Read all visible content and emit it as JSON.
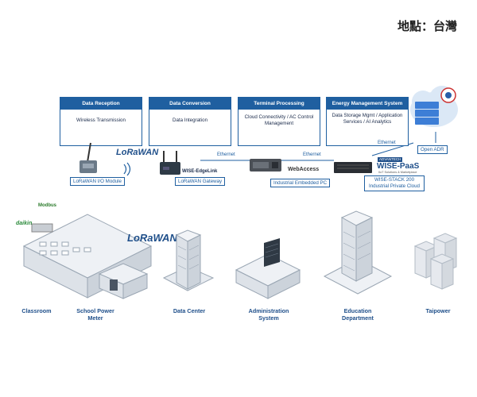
{
  "location": "地點：台灣",
  "stages": [
    {
      "title": "Data Reception",
      "body": "Wireless Transmission"
    },
    {
      "title": "Data Conversion",
      "body": "Data Integration"
    },
    {
      "title": "Terminal Processing",
      "body": "Cloud Connectivity / AC Control Management"
    },
    {
      "title": "Energy Management System",
      "body": "Data Storage Mgmt / Application Services / AI Analytics"
    }
  ],
  "devices": {
    "io_module": "LoRaWAN I/O Module",
    "gateway": "LoRaWAN Gateway",
    "gateway_product": "WISE-EdgeLink",
    "ipc": "Industrial Embedded PC",
    "webaccess": "WebAccess",
    "cloud": "WISE-STACK 200 Industrial Private Cloud",
    "wisepaas": "WISE-PaaS",
    "wisepaas_sub": "IIoT Solutions & Marketplace",
    "advantech": "ADVANTECH",
    "open_adr": "Open ADR"
  },
  "links": {
    "ethernet_1": "Ethernet",
    "ethernet_2": "Ethernet",
    "ethernet_3": "Ethernet"
  },
  "logos": {
    "lorawan": "LoRaWAN",
    "modbus": "Modbus",
    "daikin": "daikin"
  },
  "locations": [
    {
      "name": "Classroom"
    },
    {
      "name": "School Power Meter"
    },
    {
      "name": "Data Center"
    },
    {
      "name": "Administration System"
    },
    {
      "name": "Education Department"
    },
    {
      "name": "Taipower"
    }
  ]
}
